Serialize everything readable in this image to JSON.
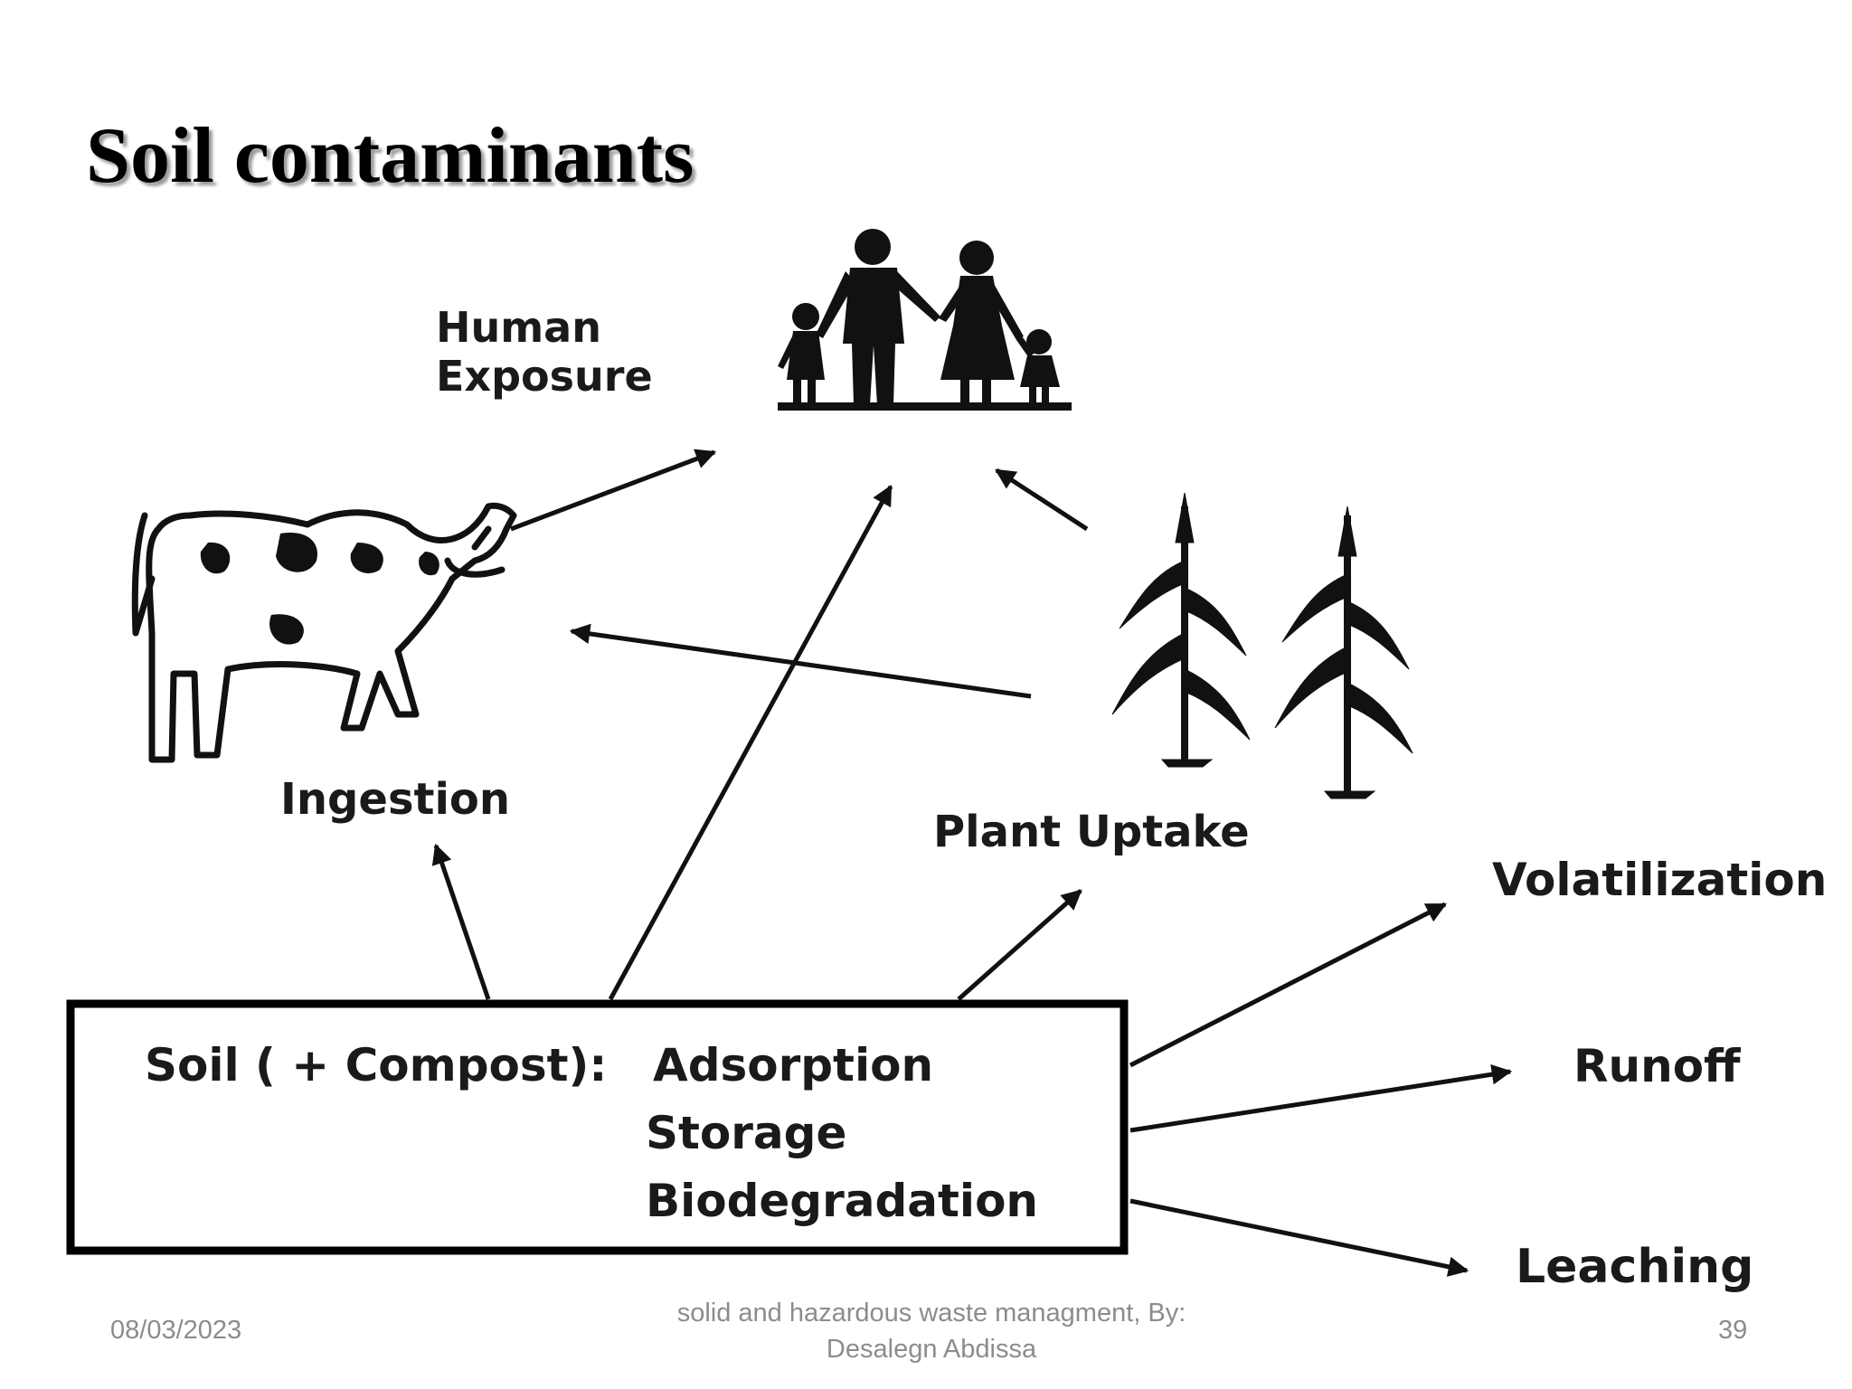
{
  "slide": {
    "title": "Soil contaminants"
  },
  "diagram": {
    "nodes": {
      "human_exposure": [
        "Human",
        "Exposure"
      ],
      "ingestion": "Ingestion",
      "plant_uptake": "Plant Uptake",
      "soil_box": {
        "label": "Soil ( + Compost):",
        "processes": [
          "Adsorption",
          "Storage",
          "Biodegradation"
        ]
      },
      "volatilization": "Volatilization",
      "runoff": "Runoff",
      "leaching": "Leaching"
    },
    "icons": [
      "family-icon",
      "cow-icon",
      "corn-plant-icon"
    ],
    "flows": [
      {
        "from": "soil_box",
        "to": "ingestion"
      },
      {
        "from": "soil_box",
        "to": "human_exposure"
      },
      {
        "from": "soil_box",
        "to": "plant_uptake"
      },
      {
        "from": "soil_box",
        "to": "volatilization"
      },
      {
        "from": "soil_box",
        "to": "runoff"
      },
      {
        "from": "soil_box",
        "to": "leaching"
      },
      {
        "from": "ingestion",
        "to": "human_exposure"
      },
      {
        "from": "plant_uptake",
        "to": "human_exposure"
      },
      {
        "from": "plant_uptake",
        "to": "ingestion"
      }
    ]
  },
  "footer": {
    "date": "08/03/2023",
    "course_line1": "solid and hazardous waste managment, By:",
    "course_line2": "Desalegn Abdissa",
    "page": "39"
  }
}
